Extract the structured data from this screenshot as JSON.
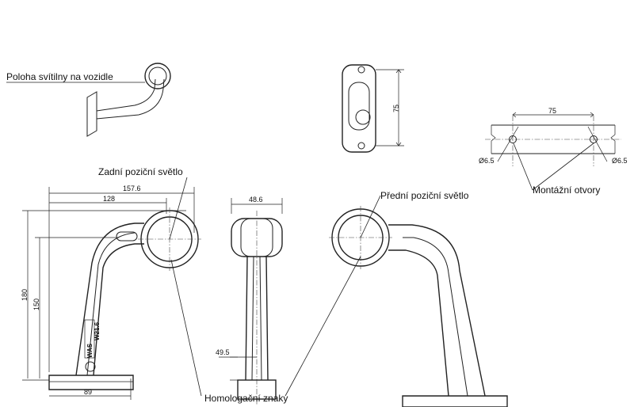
{
  "callouts": {
    "vehicle_position": "Poloha svítilny na vozidle",
    "rear_light": "Zadní poziční světlo",
    "front_light": "Přední poziční světlo",
    "mounting_holes": "Montážní otvory",
    "homologation": "Homologační znaky"
  },
  "dimensions": {
    "total_width": "157.6",
    "arm_width": "128",
    "total_height": "180",
    "arm_height": "150",
    "base_width": "89",
    "side_width": "48.6",
    "side_base": "49.5",
    "hole_spacing": "75",
    "bracket_height": "75",
    "hole_left": "Ø6.5",
    "hole_right": "Ø6.5"
  },
  "marking": {
    "brand": "WAS",
    "code": "W21.6"
  }
}
